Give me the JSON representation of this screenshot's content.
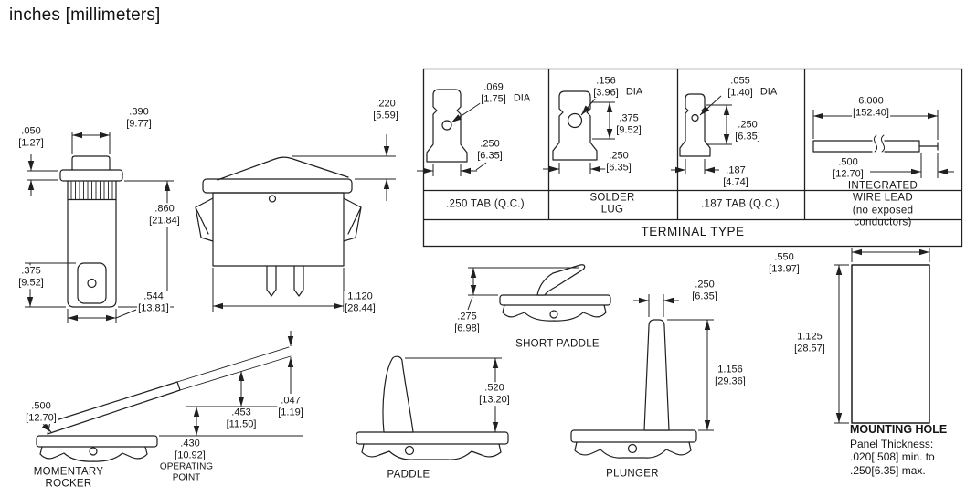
{
  "colors": {
    "line": "#1f1f1f",
    "text": "#141414",
    "background": "#ffffff"
  },
  "header": {
    "units_label": "inches [millimeters]"
  },
  "front_view": {
    "dim_bezel": ".050\n[1.27]",
    "dim_button_width": ".390\n[9.77]",
    "dim_body_height": ".860\n[21.84]",
    "dim_lower_height": ".375\n[9.52]",
    "dim_body_width": ".544\n[13.81]"
  },
  "side_view": {
    "dim_rocker_height": ".220\n[5.59]",
    "dim_body_width": "1.120\n[28.44]"
  },
  "terminal_table": {
    "title": "TERMINAL TYPE",
    "columns": [
      {
        "label": ".250 TAB (Q.C.)",
        "dim_hole": ".069\n[1.75]",
        "dia": "DIA",
        "dim_width": ".250\n[6.35]"
      },
      {
        "label": "SOLDER\nLUG",
        "dim_hole": ".156\n[3.96]",
        "dia": "DIA",
        "dim_length": ".375\n[9.52]",
        "dim_width": ".250\n[6.35]"
      },
      {
        "label": ".187 TAB (Q.C.)",
        "dim_hole": ".055\n[1.40]",
        "dia": "DIA",
        "dim_length": ".250\n[6.35]",
        "dim_width": ".187\n[4.74]"
      },
      {
        "label": "INTEGRATED WIRE LEAD\n(no exposed conductors)",
        "dim_length": "6.000\n[152.40]",
        "dim_lead": ".500\n[12.70]"
      }
    ]
  },
  "momentary_rocker": {
    "label": "MOMENTARY\nROCKER",
    "dim_height": ".500\n[12.70]",
    "dim_travel": ".453\n[11.50]",
    "dim_thickness": ".047\n[1.19]",
    "dim_operating": ".430\n[10.92]",
    "operating_point": "OPERATING\nPOINT"
  },
  "short_paddle": {
    "label": "SHORT PADDLE",
    "dim_height": ".275\n[6.98]"
  },
  "paddle": {
    "label": "PADDLE",
    "dim_height": ".520\n[13.20]"
  },
  "plunger": {
    "label": "PLUNGER",
    "dim_width": ".250\n[6.35]",
    "dim_height": "1.156\n[29.36]"
  },
  "mounting_hole": {
    "label": "MOUNTING HOLE",
    "dim_width": ".550\n[13.97]",
    "dim_height": "1.125\n[28.57]",
    "note_1": "Panel Thickness:",
    "note_2": ".020[.508] min. to",
    "note_3": ".250[6.35] max."
  }
}
